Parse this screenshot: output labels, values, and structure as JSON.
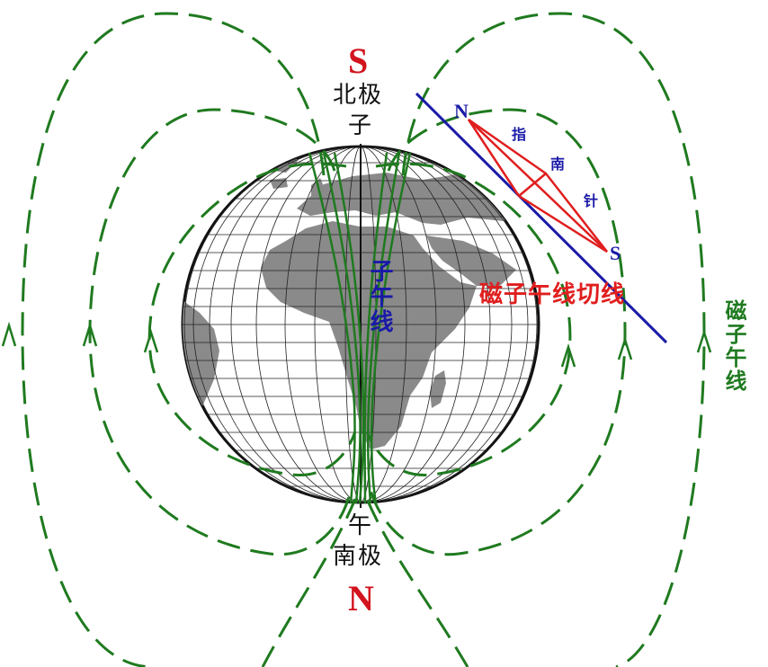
{
  "labels": {
    "top_pole_letter": "S",
    "north_pole_label": "北极",
    "top_zi": "子",
    "bottom_wu": "午",
    "south_pole_label": "南极",
    "bottom_pole_letter": "N",
    "meridian_on_globe": "子午线",
    "tangent_line_label": "磁子午线切线",
    "right_meridian_label": "磁子午线",
    "needle_n": "N",
    "needle_s": "S",
    "needle_zhi": "指",
    "needle_nan": "南",
    "needle_zhen": "针"
  },
  "colors": {
    "field_lines": "#1f7a1f",
    "tangent_line": "#1a1aa8",
    "needle": "#e01e1e",
    "pole_letters": "#d2141e",
    "land": "#8a8a8a",
    "graticule": "#222222"
  }
}
